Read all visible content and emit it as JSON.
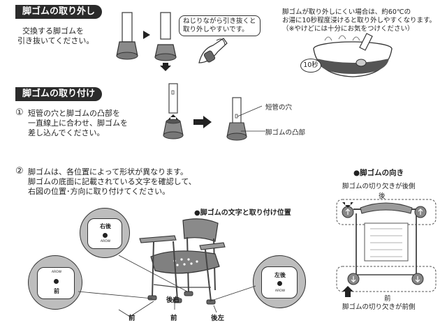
{
  "removal": {
    "title": "脚ゴムの取り外し",
    "instruction_line1": "交換する脚ゴムを",
    "instruction_line2": "引き抜いてください。",
    "callout_line1": "ねじりながら引き抜くと",
    "callout_line2": "取り外しやすいです。",
    "note_line1": "脚ゴムが取り外しにくい場合は、約60℃の",
    "note_line2": "お湯に10秒程度浸けると取り外しやすくなります。",
    "note_line3": "（※やけどには十分にお気をつけください）",
    "bubble_label": "10秒"
  },
  "attach": {
    "title": "脚ゴムの取り付け",
    "step1_num": "①",
    "step1_line1": "短管の穴と脚ゴムの凸部を",
    "step1_line2": "一直線上に合わせ、脚ゴムを",
    "step1_line3": "差し込んでください。",
    "label_hole": "短管の穴",
    "label_bump": "脚ゴムの凸部",
    "step2_num": "②",
    "step2_line1": "脚ゴムは、各位置によって形状が異なります。",
    "step2_line2": "脚ゴムの底面に記載されている文字を確認して、",
    "step2_line3": "右図の位置･方向に取り付けてください。"
  },
  "chair_figure": {
    "title": "●脚ゴムの文字と取り付け位置",
    "label_rear_right": "後右",
    "label_rear_left": "後左",
    "label_front_a": "前",
    "label_front_b": "前",
    "sole_rear_right": "右後",
    "sole_front": "前",
    "sole_rear_left": "左後",
    "sole_brand": "AROW"
  },
  "orientation": {
    "title": "●脚ゴムの向き",
    "top_label": "脚ゴムの切り欠きが後側",
    "back_label": "後",
    "front_label": "前",
    "bottom_label": "脚ゴムの切り欠きが前側"
  }
}
